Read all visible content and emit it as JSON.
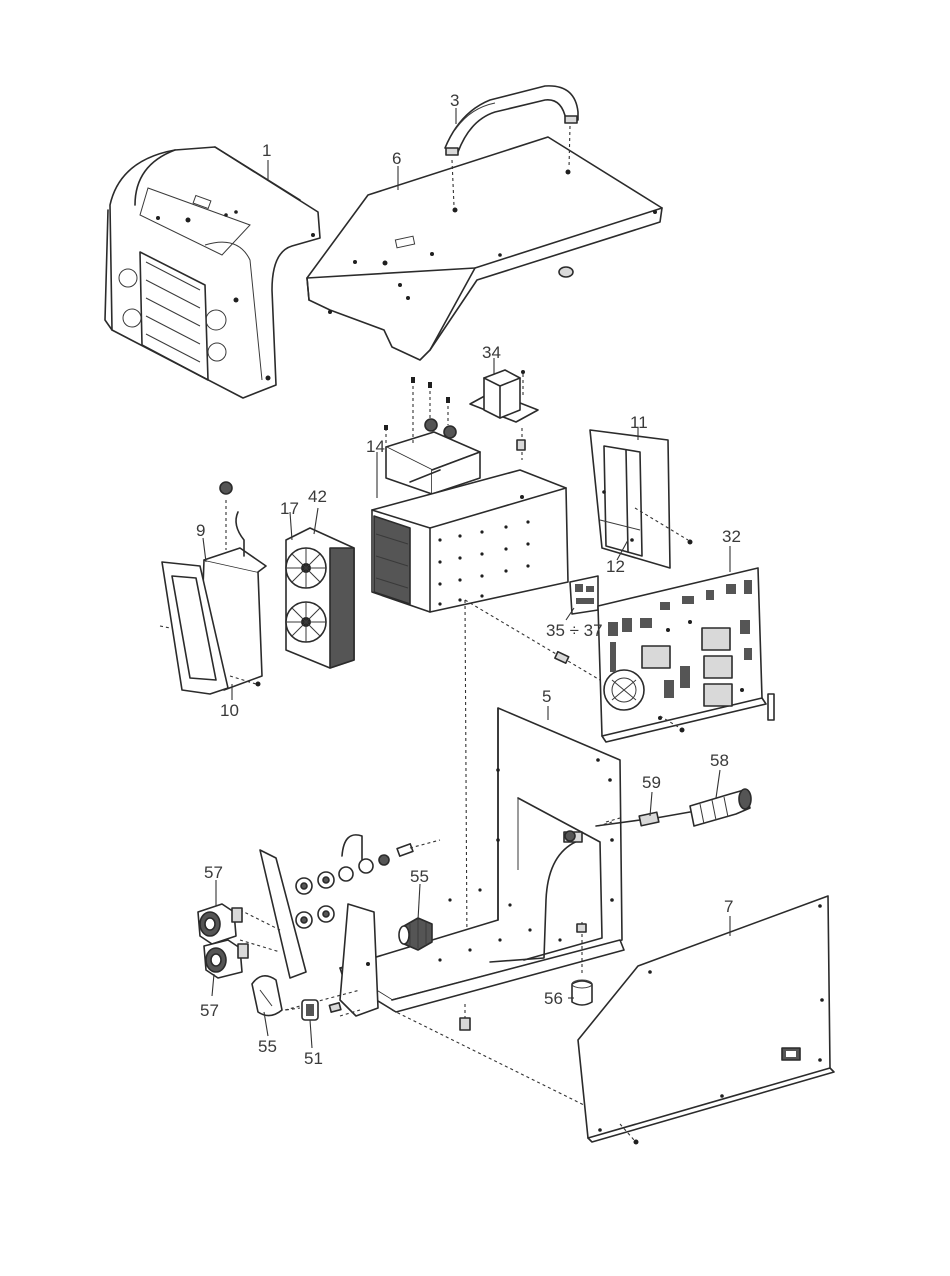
{
  "diagram": {
    "callouts": {
      "c1": "1",
      "c3": "3",
      "c5": "5",
      "c6": "6",
      "c7": "7",
      "c9": "9",
      "c10": "10",
      "c11": "11",
      "c12": "12",
      "c14": "14",
      "c17": "17",
      "c32": "32",
      "c34": "34",
      "c35_37": "35 ÷ 37",
      "c42": "42",
      "c51": "51",
      "c55a": "55",
      "c55b": "55",
      "c56": "56",
      "c57a": "57",
      "c57b": "57",
      "c58": "58",
      "c59": "59"
    }
  }
}
